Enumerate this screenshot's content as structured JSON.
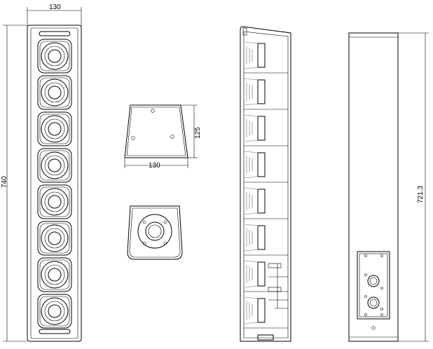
{
  "drawing": {
    "front_view": {
      "width_label": "130",
      "height_label": "740",
      "driver_count": 8
    },
    "top_plate_view": {
      "height_label": "125",
      "width_label": "130"
    },
    "bottom_plate_view": {},
    "side_section_view": {},
    "rear_view": {
      "height_label": "721.3"
    }
  }
}
